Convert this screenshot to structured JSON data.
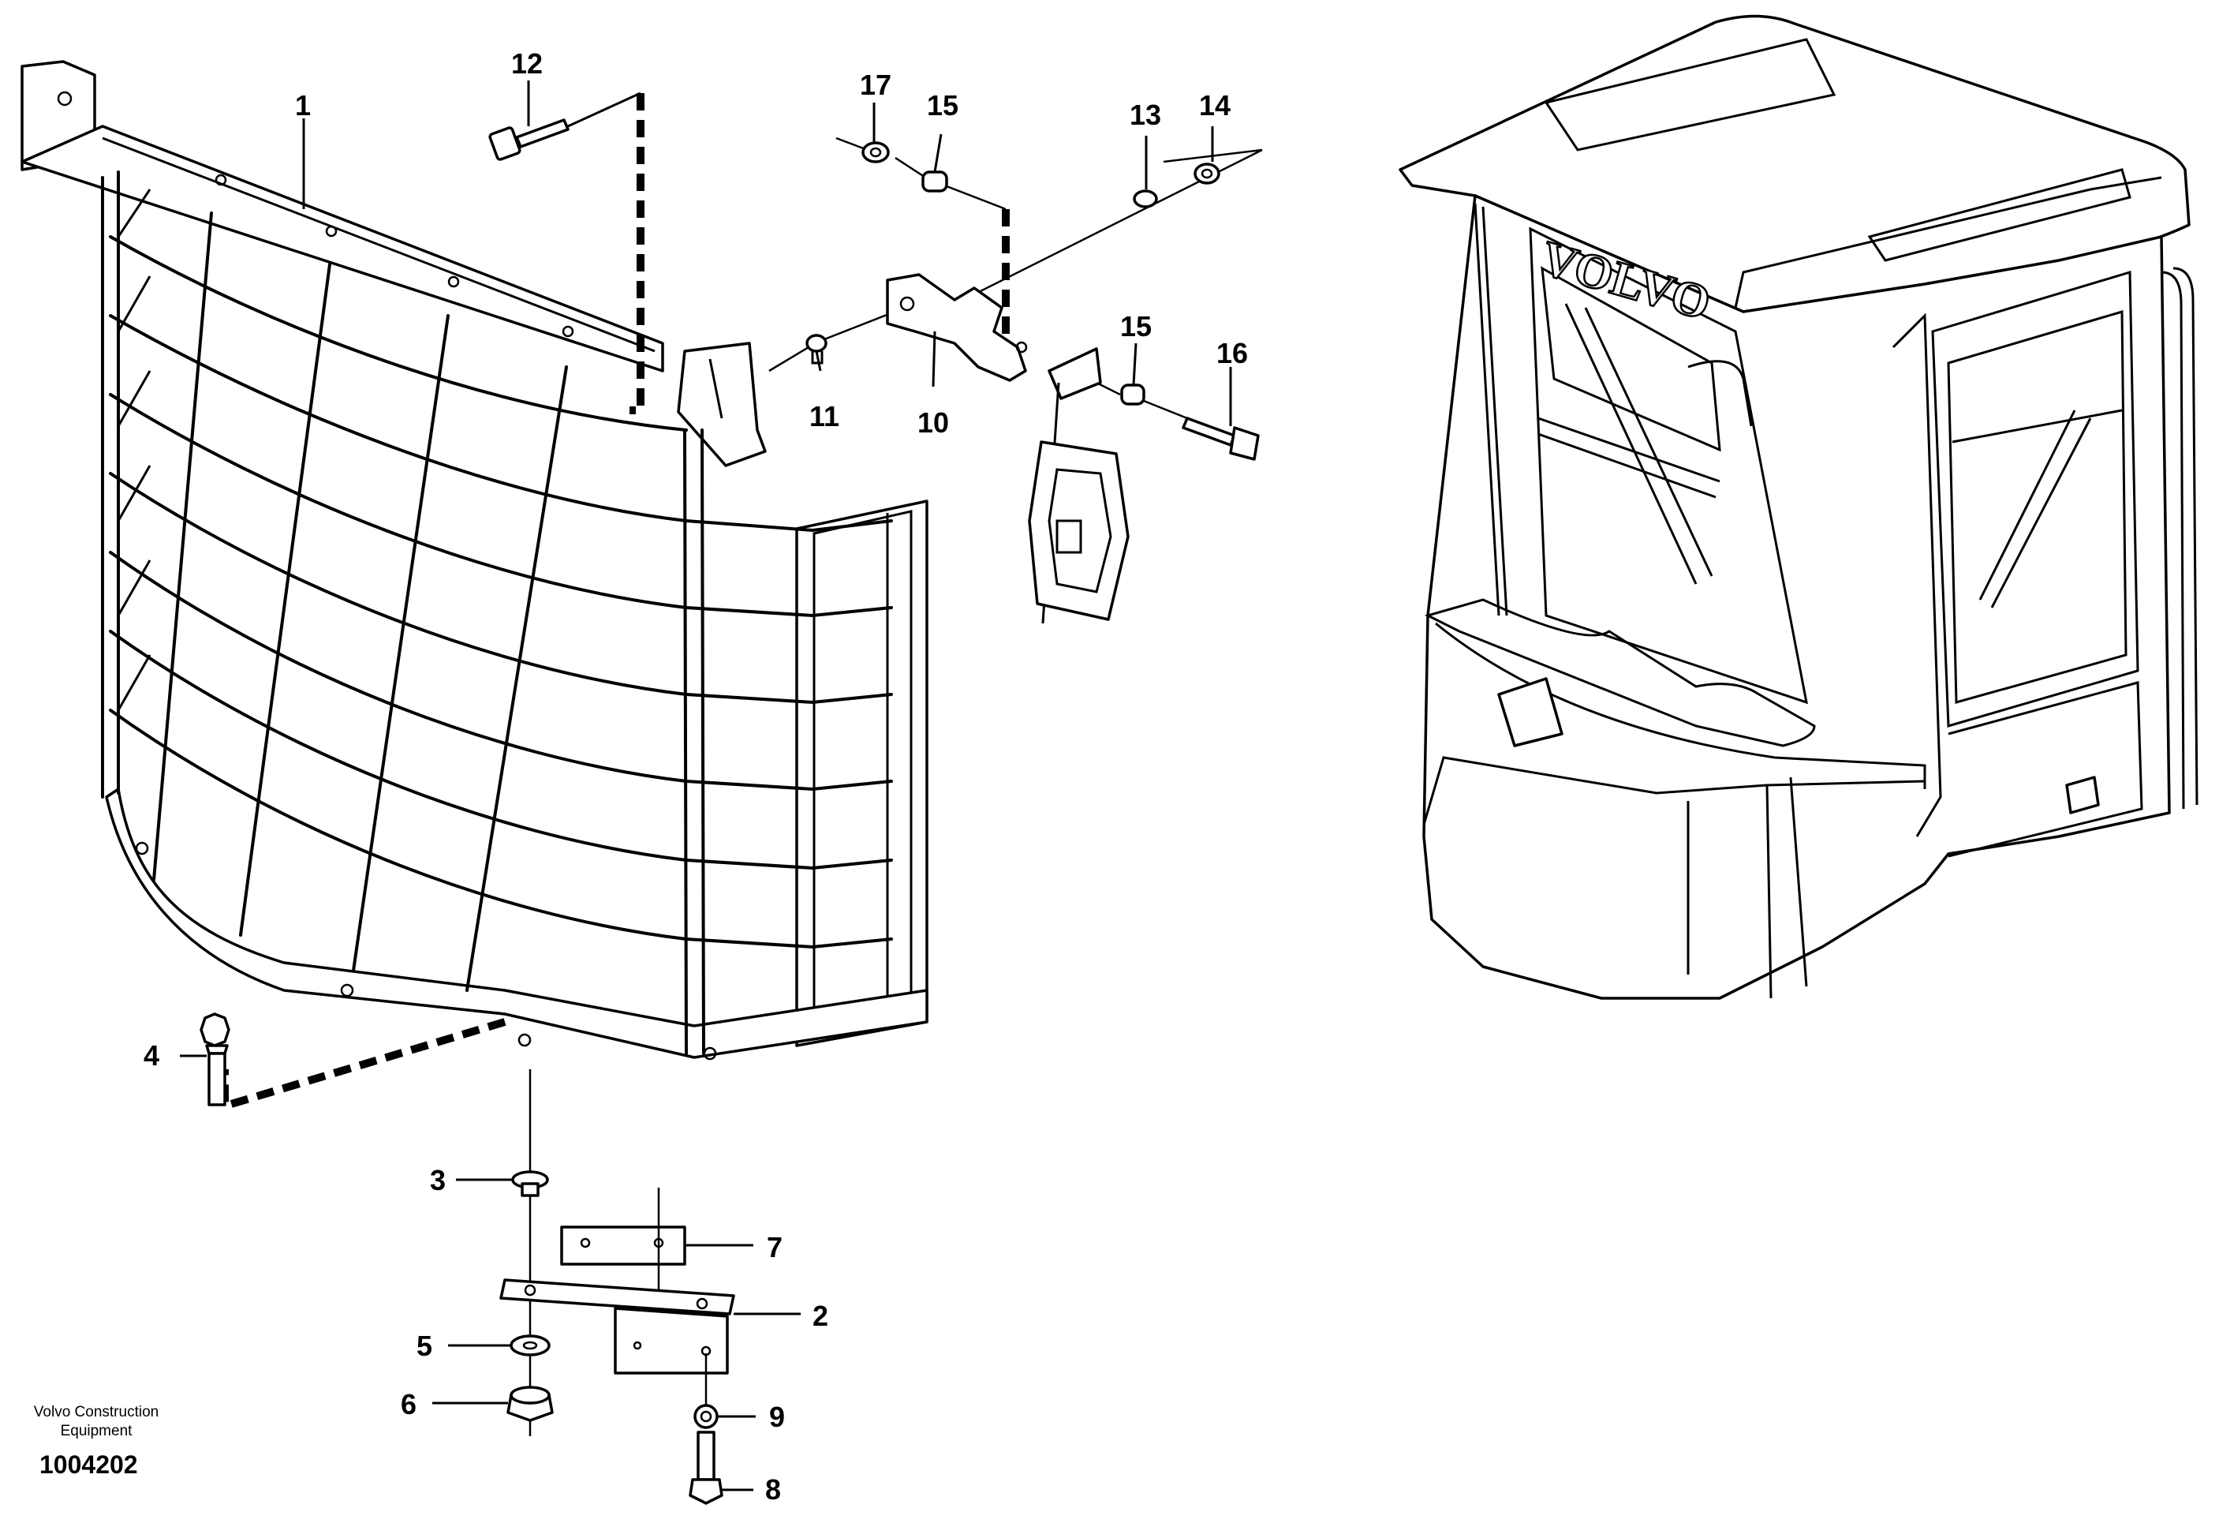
{
  "callouts": [
    {
      "id": "c1",
      "text": "1"
    },
    {
      "id": "c2",
      "text": "2"
    },
    {
      "id": "c3",
      "text": "3"
    },
    {
      "id": "c4",
      "text": "4"
    },
    {
      "id": "c5",
      "text": "5"
    },
    {
      "id": "c6",
      "text": "6"
    },
    {
      "id": "c7",
      "text": "7"
    },
    {
      "id": "c8",
      "text": "8"
    },
    {
      "id": "c9",
      "text": "9"
    },
    {
      "id": "c10",
      "text": "10"
    },
    {
      "id": "c11",
      "text": "11"
    },
    {
      "id": "c12",
      "text": "12"
    },
    {
      "id": "c13",
      "text": "13"
    },
    {
      "id": "c14",
      "text": "14"
    },
    {
      "id": "c15a",
      "text": "15"
    },
    {
      "id": "c15b",
      "text": "15"
    },
    {
      "id": "c16",
      "text": "16"
    },
    {
      "id": "c17",
      "text": "17"
    }
  ],
  "cab_logo": "VOLVO",
  "footer": {
    "company_line1": "Volvo Construction",
    "company_line2": "Equipment",
    "doc_number": "1004202"
  }
}
